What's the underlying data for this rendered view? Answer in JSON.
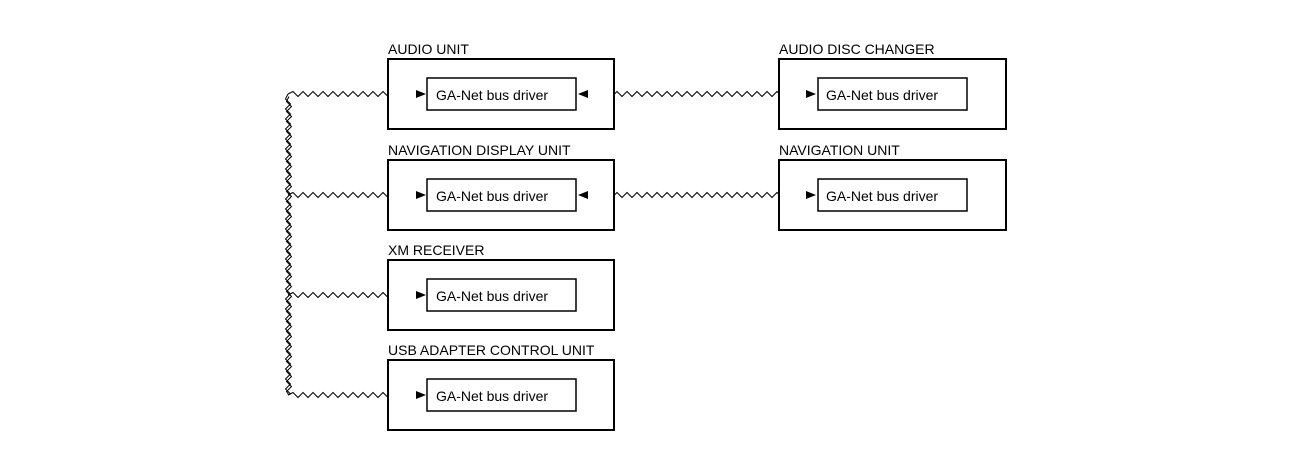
{
  "diagram": {
    "units": [
      {
        "title": "AUDIO UNIT",
        "driver": "GA-Net bus driver"
      },
      {
        "title": "AUDIO DISC CHANGER",
        "driver": "GA-Net bus driver"
      },
      {
        "title": "NAVIGATION DISPLAY UNIT",
        "driver": "GA-Net bus driver"
      },
      {
        "title": "NAVIGATION UNIT",
        "driver": "GA-Net bus driver"
      },
      {
        "title": "XM RECEIVER",
        "driver": "GA-Net bus driver"
      },
      {
        "title": "USB ADAPTER CONTROL UNIT",
        "driver": "GA-Net bus driver"
      }
    ],
    "colors": {
      "line": "#000000",
      "background": "#ffffff"
    }
  }
}
